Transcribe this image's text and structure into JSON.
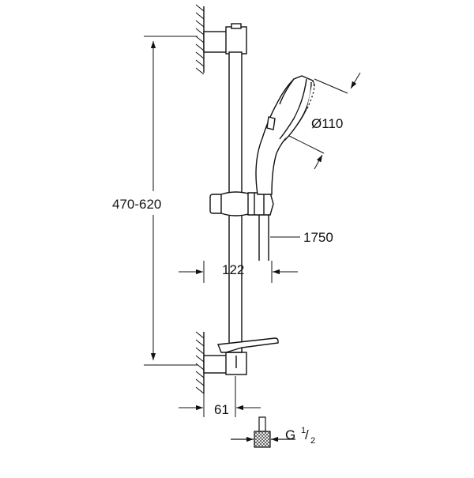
{
  "drawing": {
    "dimensions": {
      "rail_height": "470-620",
      "handshower_diameter": "Ø110",
      "hose_length": "1750",
      "projection": "122",
      "wall_offset": "61"
    },
    "connection": {
      "thread_prefix": "G",
      "fraction_numerator": "1",
      "fraction_denominator": "2"
    },
    "colors": {
      "line": "#111111",
      "background": "#ffffff"
    }
  }
}
